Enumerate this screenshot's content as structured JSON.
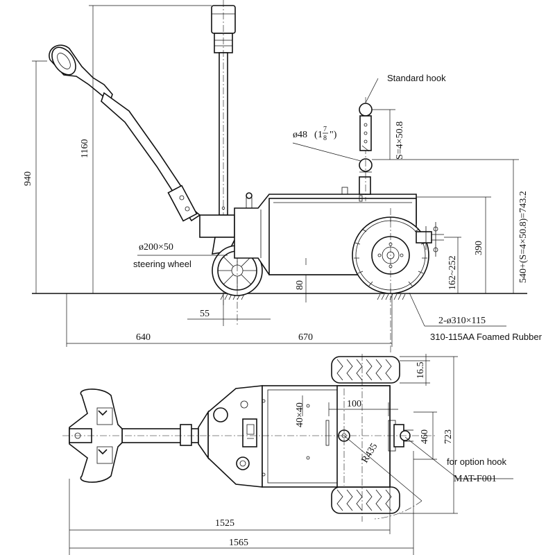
{
  "side_view": {
    "overall_height": "1160",
    "handle_height": "940",
    "steering_wheel_dim": "ø200×50",
    "steering_wheel_label": "steering wheel",
    "standard_hook_label": "Standard hook",
    "hook_diameter": "ø48",
    "hook_fraction_whole": "1",
    "hook_fraction_num": "7",
    "hook_fraction_den": "8",
    "hook_spacing": "S=4×50.8",
    "hook_height_formula": "540+(S=4×50.8)=743.2",
    "body_height": "390",
    "option_hook_range": "162~252",
    "ground_clearance": "80",
    "wheel_offset": "55",
    "rear_length": "640",
    "front_length": "670",
    "drive_wheel_dim": "2-ø310×115",
    "drive_wheel_type": "310-115AA Foamed Rubber"
  },
  "top_view": {
    "wheel_offset": "16.5",
    "slot_size": "40×40",
    "slot_offset": "100",
    "pin_height": "460",
    "overall_width": "723",
    "turn_radius": "R435",
    "option_hook_label": "for option hook",
    "option_hook_code": "MAT-F001",
    "body_length": "1525",
    "overall_length": "1565"
  }
}
